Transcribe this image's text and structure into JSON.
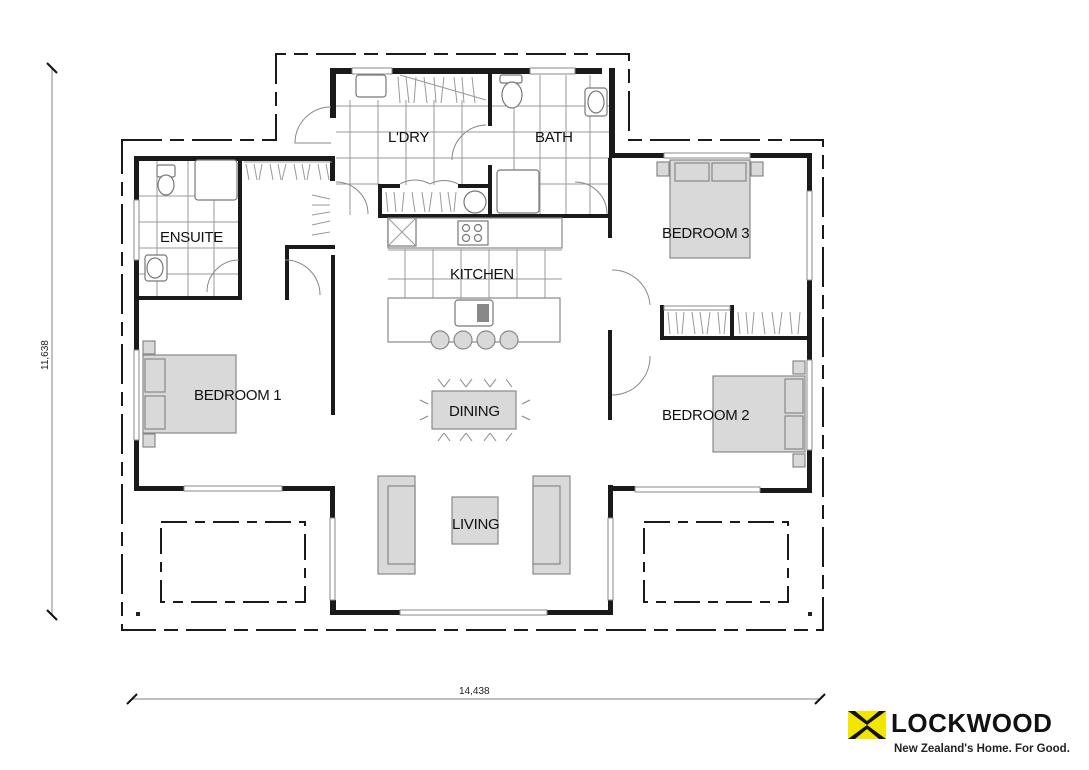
{
  "plan": {
    "rooms": [
      {
        "id": "ensuite",
        "label": "ENSUITE"
      },
      {
        "id": "laundry",
        "label": "L'DRY"
      },
      {
        "id": "bath",
        "label": "BATH"
      },
      {
        "id": "kitchen",
        "label": "KITCHEN"
      },
      {
        "id": "bedroom3",
        "label": "BEDROOM 3"
      },
      {
        "id": "bedroom1",
        "label": "BEDROOM 1"
      },
      {
        "id": "dining",
        "label": "DINING"
      },
      {
        "id": "bedroom2",
        "label": "BEDROOM 2"
      },
      {
        "id": "living",
        "label": "LIVING"
      }
    ],
    "dimensions": {
      "width": "14,438",
      "height": "11,638"
    }
  },
  "logo": {
    "brand": "LOCKWOOD",
    "tagline": "New Zealand's Home. For Good.",
    "colors": {
      "yellow": "#f2e600",
      "black": "#111111"
    }
  }
}
